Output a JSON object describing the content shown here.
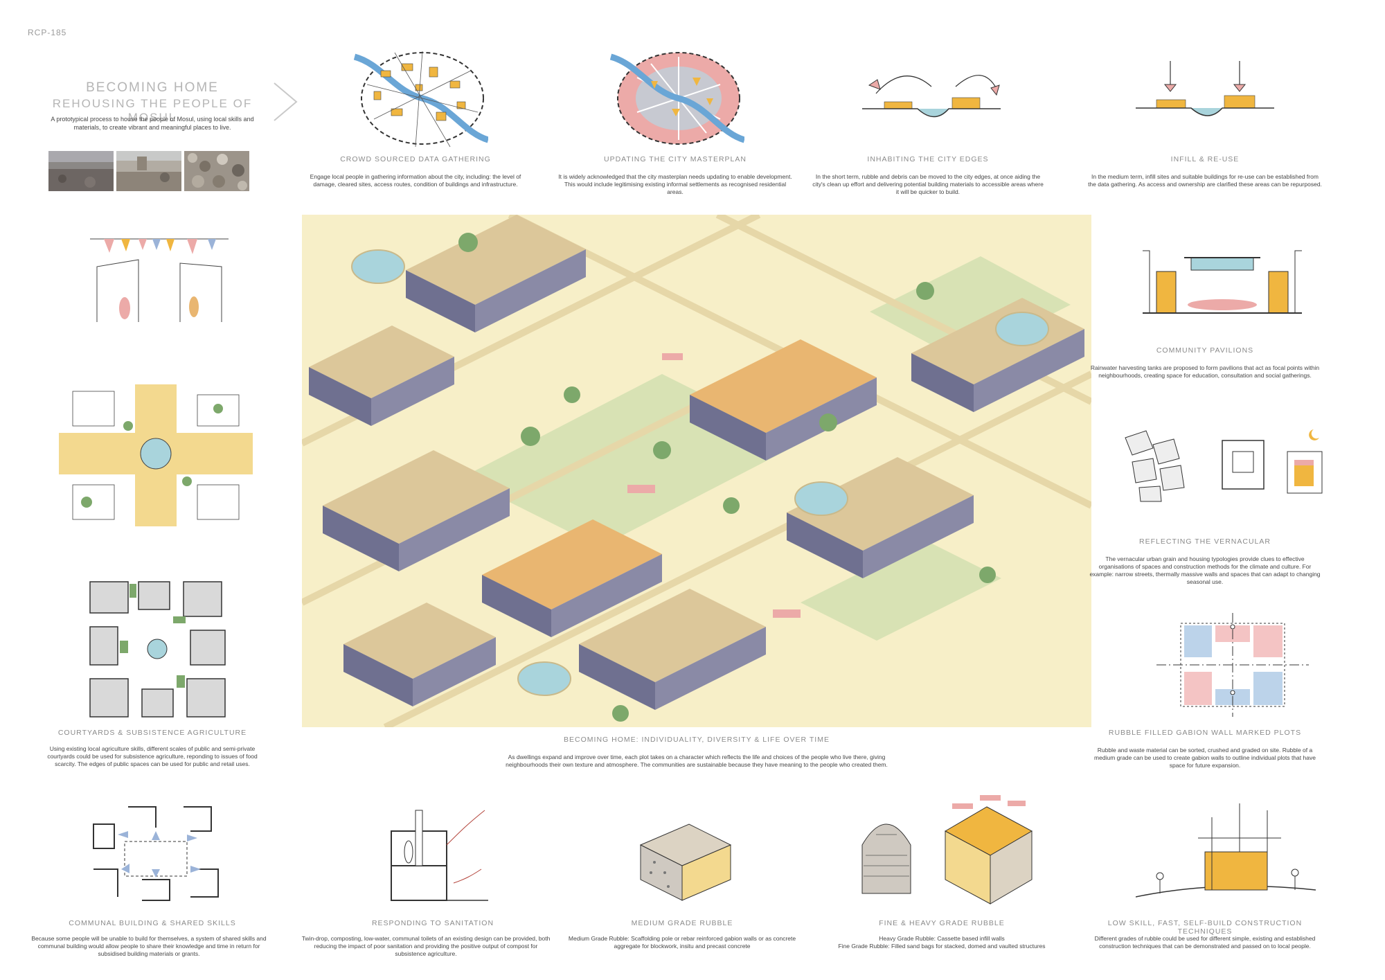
{
  "header": {
    "ref": "RCP-185",
    "title": "BECOMING HOME",
    "subtitle": "REHOUSING THE PEOPLE OF MOSUL",
    "intro": "A prototypical process to house the people of Mosul, using local skills and materials, to create vibrant and meaningful places to live."
  },
  "top_row": [
    {
      "caption": "CROWD SOURCED DATA GATHERING",
      "text": "Engage local people in gathering information about the city, including: the level of damage, cleared sites, access routes, condition of buildings and infrastructure."
    },
    {
      "caption": "UPDATING THE CITY MASTERPLAN",
      "text": "It is widely acknowledged that the city masterplan needs updating to enable development. This would include legitimising existing informal settlements as recognised residential areas."
    },
    {
      "caption": "INHABITING THE CITY EDGES",
      "text": "In the short term, rubble and debris can be moved to the city edges, at once aiding the city's clean up effort and delivering potential building materials to accessible areas where it will be quicker to build."
    },
    {
      "caption": "INFILL & RE-USE",
      "text": "In the medium term, infill sites and suitable buildings for re-use can be established from the data gathering. As access and ownership are clarified these areas can be repurposed."
    }
  ],
  "left_col": [
    {
      "caption": "COURTYARDS & SUBSISTENCE AGRICULTURE",
      "text": "Using existing local agriculture skills, different scales of public and semi-private courtyards could be used for subsistence agriculture, reponding to issues of food scarcity. The edges of public spaces can be used for public and retail uses."
    }
  ],
  "right_col": [
    {
      "caption": "COMMUNITY PAVILIONS",
      "text": "Rainwater harvesting tanks are proposed to form pavilions that act as focal points within neighbourhoods, creating space for education, consultation and social gatherings."
    },
    {
      "caption": "REFLECTING THE VERNACULAR",
      "text": "The vernacular urban grain and housing typologies provide clues to effective organisations of spaces and construction methods for the climate and culture. For example: narrow streets, thermally massive walls and spaces that can adapt to changing seasonal use."
    },
    {
      "caption": "RUBBLE FILLED GABION WALL MARKED PLOTS",
      "text": "Rubble and waste material can be sorted, crushed and graded on site. Rubble of a medium grade can be used to create gabion walls to outline individual plots that have space for future expansion."
    }
  ],
  "centre": {
    "caption": "BECOMING HOME: INDIVIDUALITY, DIVERSITY & LIFE OVER TIME",
    "text": "As dwellings expand and improve over time, each plot takes on a character which reflects the life and choices of the people who live there, giving neighbourhoods their own texture and atmosphere. The communities are sustainable because they have meaning to the people who created them."
  },
  "bottom_row": [
    {
      "caption": "COMMUNAL BUILDING & SHARED SKILLS",
      "text": "Because some people will be unable to build for themselves, a system of shared skills and communal building would allow people to share their knowledge and time in return for subsidised building materials or grants."
    },
    {
      "caption": "RESPONDING TO SANITATION",
      "text": "Twin-drop, composting, low-water, communal toilets of an existing design can be provided, both reducing the impact of poor sanitation and providing the positive output of compost for subsistence agriculture."
    },
    {
      "caption": "MEDIUM GRADE RUBBLE",
      "text": "Medium Grade Rubble: Scaffolding pole or rebar reinforced gabion walls or as concrete aggregate for blockwork, insitu and precast concrete"
    },
    {
      "caption": "FINE & HEAVY GRADE RUBBLE",
      "line1": "Heavy Grade Rubble: Cassette based infill walls",
      "line2": "Fine Grade Rubble: Filled sand bags for stacked, domed and vaulted structures"
    },
    {
      "caption": "LOW SKILL, FAST, SELF-BUILD CONSTRUCTION TECHNIQUES",
      "text": "Different grades of rubble could be used for different simple, existing and established construction techniques that can be demonstrated and passed on to local people."
    }
  ],
  "colors": {
    "sand": "#f7efc8",
    "grass": "#d8e2b4",
    "wall": "#6f7090",
    "roof": "#dcc79a",
    "roof_orange": "#e9b671",
    "water": "#a9d4dc",
    "pink": "#ecaaa8",
    "blue_arrow": "#9bb3d8",
    "river": "#6aa6d6",
    "accent_yellow": "#f0b640"
  }
}
